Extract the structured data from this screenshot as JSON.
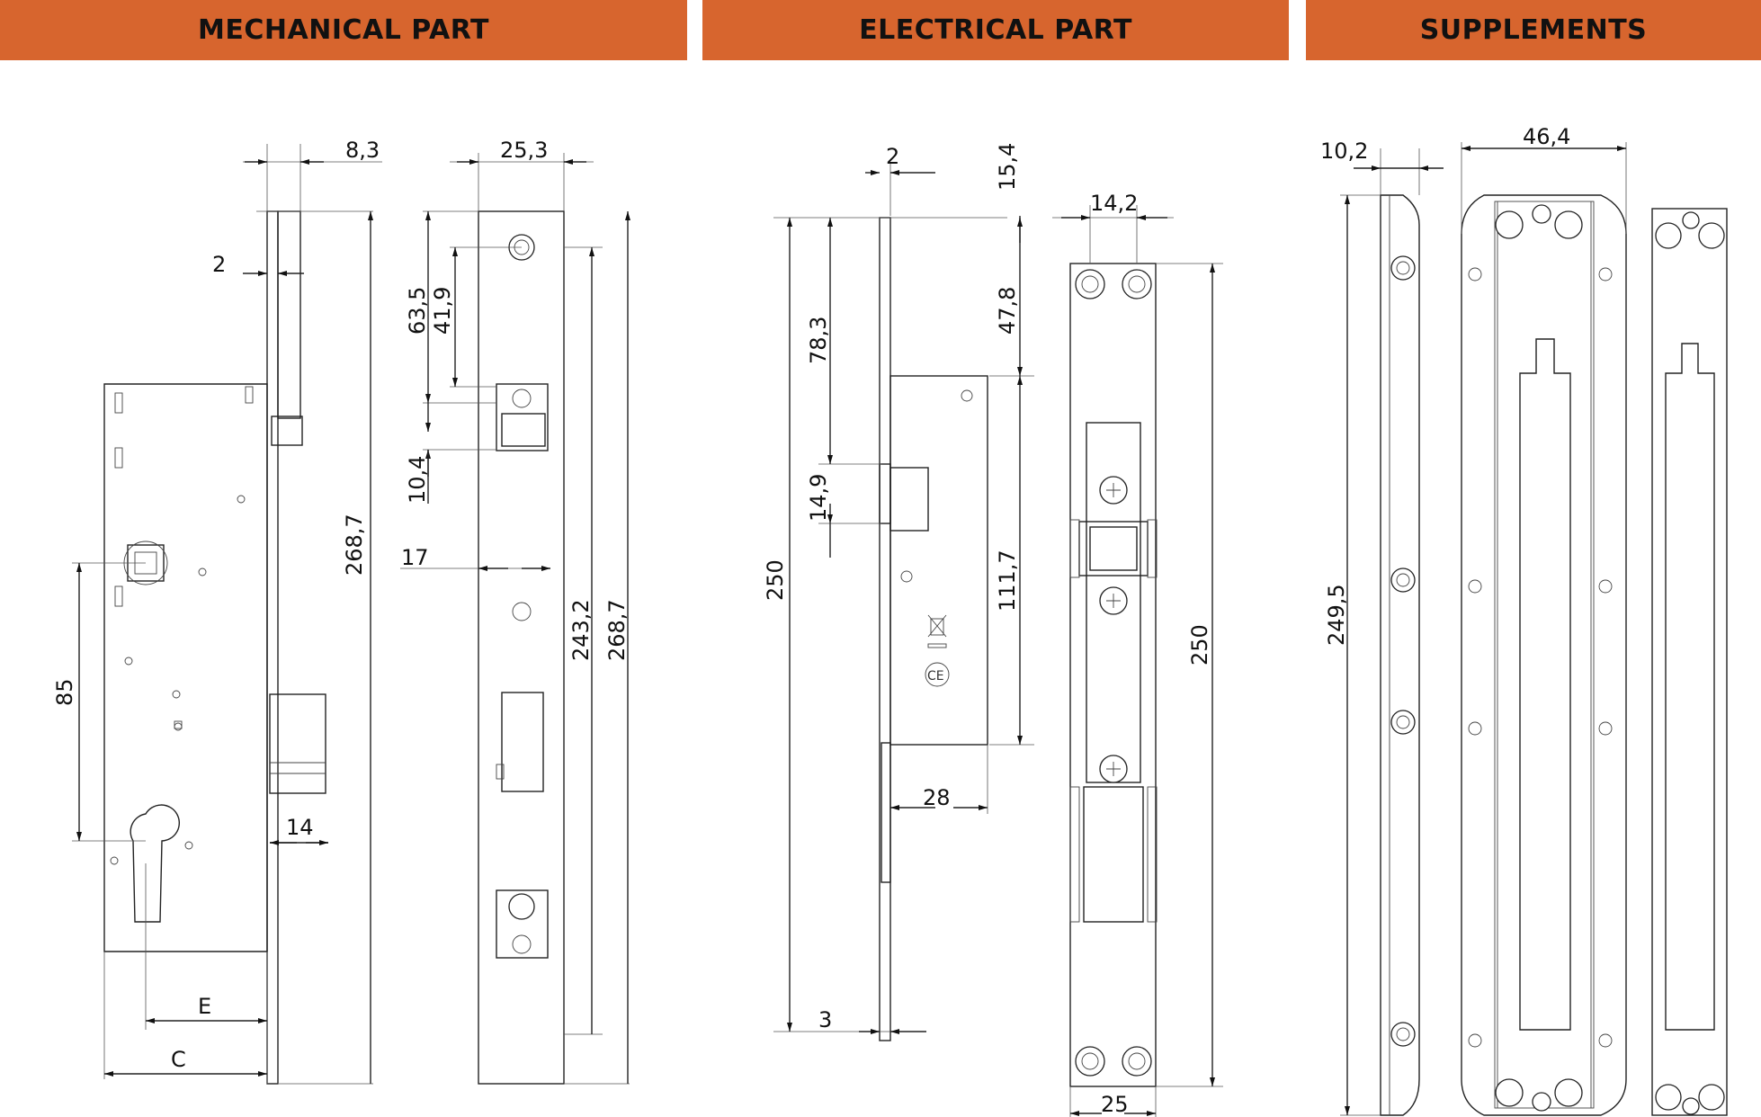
{
  "sections": {
    "mechanical": "MECHANICAL PART",
    "electrical": "ELECTRICAL PART",
    "supplements": "SUPPLEMENTS"
  },
  "colors": {
    "header_bg": "#d7652e",
    "header_text": "#111111",
    "line": "#222222"
  },
  "mechanical_dims": {
    "d8_3": "8,3",
    "d2": "2",
    "d25_3": "25,3",
    "d63_5": "63,5",
    "d41_9": "41,9",
    "d10_4": "10,4",
    "d268_7a": "268,7",
    "d17": "17",
    "d243_2": "243,2",
    "d268_7b": "268,7",
    "d85": "85",
    "d14": "14",
    "e": "E",
    "c": "C"
  },
  "electrical_dims": {
    "d2": "2",
    "d15_4": "15,4",
    "d14_2": "14,2",
    "d78_3": "78,3",
    "d47_8": "47,8",
    "d14_9": "14,9",
    "d250a": "250",
    "d111_7": "111,7",
    "d250b": "250",
    "d28": "28",
    "d3": "3",
    "d25": "25"
  },
  "supplement_dims": {
    "d10_2": "10,2",
    "d46_4": "46,4",
    "d249_5": "249,5"
  }
}
